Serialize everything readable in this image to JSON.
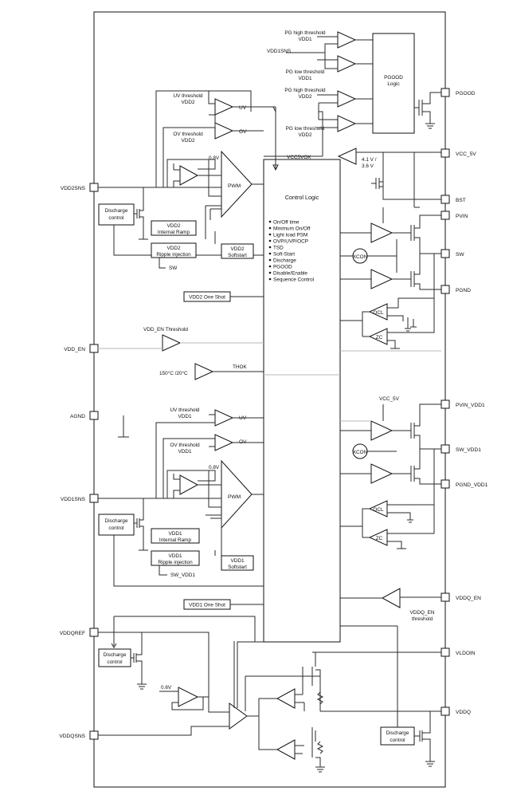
{
  "pins": {
    "vdd2sns": "VDD2SNS",
    "vdd_en": "VDD_EN",
    "agnd": "AGND",
    "vdd1sns": "VDD1SNS",
    "vddqref": "VDDQREF",
    "vddqsns": "VDDQSNS",
    "pgood": "PGOOD",
    "vcc_5v": "VCC_5V",
    "bst": "BST",
    "pvin": "PVIN",
    "sw": "SW",
    "pgnd": "PGND",
    "pvin_vdd1": "PVIN_VDD1",
    "sw_vdd1": "SW_VDD1",
    "pgnd_vdd1": "PGND_VDD1",
    "vddq_en": "VDDQ_EN",
    "vldoin": "VLDOIN",
    "vddq": "VDDQ"
  },
  "pgood": {
    "high_vdd1": [
      "PG high threshold",
      "VDD1"
    ],
    "vdd1sns_label": "VDD1SNS",
    "low_vdd1": [
      "PG low threshold",
      "VDD1"
    ],
    "high_vdd2": [
      "PG high threshold",
      "VDD2"
    ],
    "low_vdd2": [
      "PG low threshold",
      "VDD2"
    ],
    "logic": [
      "PGOOD",
      "Logic"
    ]
  },
  "vdd2": {
    "uv_threshold": [
      "UV threshold",
      "VDD2"
    ],
    "uv": "UV",
    "ov_threshold": [
      "OV threshold",
      "VDD2"
    ],
    "ov": "OV",
    "ref": "0.8V",
    "pwm": "PWM",
    "discharge": [
      "Discharge",
      "control"
    ],
    "ramp": [
      "VDD2",
      "Internal Ramp"
    ],
    "ripple": [
      "VDD2",
      "Ripple injection"
    ],
    "softstart": [
      "VDD2",
      "Softstart"
    ],
    "sw": "SW",
    "one_shot": "VDD2 One Shot"
  },
  "vcc": {
    "vcc5vok": "VCC5VOK",
    "uvlo": [
      "4.1 V /",
      "3.6 V"
    ]
  },
  "control": {
    "title": "Control Logic",
    "items": [
      "On/Off time",
      "Minimum On/Off",
      "Light load PSM",
      "OVP/UVP/OCP",
      "TSD",
      "Soft-Start",
      "Discharge",
      "PGOOD",
      "Disable/Enable",
      "Sequence Control"
    ]
  },
  "misc": {
    "vdd_en_threshold": "VDD_EN Threshold",
    "temp": "150°C /20°C",
    "thok": "THOK",
    "xcon": "XCON",
    "xcon2": "XCON",
    "ocl": "OCL",
    "zc": "ZC",
    "ocl2": "OCL",
    "zc2": "ZC",
    "vcc_5v_int": "VCC_5V"
  },
  "vdd1": {
    "uv_threshold": [
      "UV threshold",
      "VDD1"
    ],
    "uv": "UV",
    "ov_threshold": [
      "OV threshold",
      "VDD1"
    ],
    "ov": "OV",
    "ref": "0.8V",
    "pwm": "PWM",
    "discharge": [
      "Discharge",
      "control"
    ],
    "ramp": [
      "VDD1",
      "Internal Ramp"
    ],
    "ripple": [
      "VDD1",
      "Ripple injection"
    ],
    "softstart": [
      "VDD1",
      "Softstart"
    ],
    "sw": "SW_VDD1",
    "one_shot": "VDD1 One Shot"
  },
  "vddq": {
    "en_threshold": [
      "VDDQ_EN",
      "threshold"
    ],
    "discharge": [
      "Discharge",
      "control"
    ],
    "ref": "0.6V",
    "out_discharge": [
      "Discharge",
      "control"
    ]
  }
}
